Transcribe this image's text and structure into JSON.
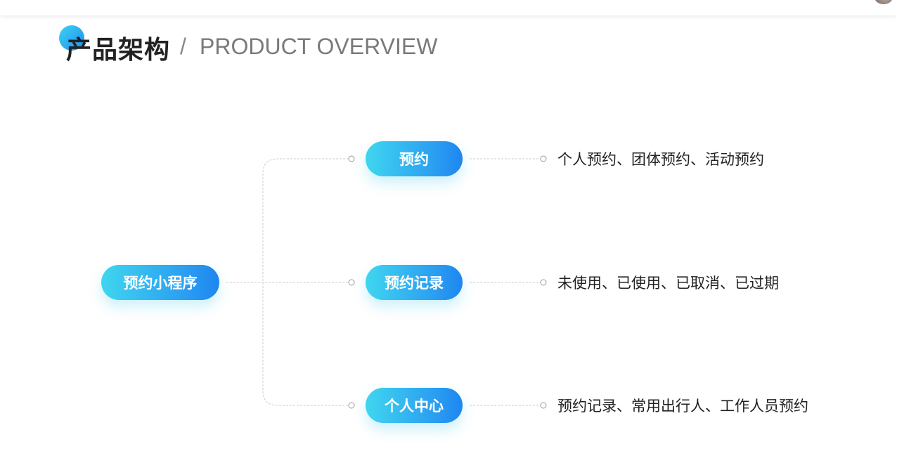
{
  "header": {
    "title_cn": "产品架构",
    "separator": "/",
    "title_en": "PRODUCT OVERVIEW"
  },
  "diagram": {
    "root": "预约小程序",
    "branches": [
      {
        "label": "预约",
        "description": "个人预约、团体预约、活动预约"
      },
      {
        "label": "预约记录",
        "description": "未使用、已使用、已取消、已过期"
      },
      {
        "label": "个人中心",
        "description": "预约记录、常用出行人、工作人员预约"
      }
    ]
  },
  "colors": {
    "accent_start": "#3fd6ef",
    "accent_end": "#1e86f0",
    "connector": "#cccccc"
  }
}
